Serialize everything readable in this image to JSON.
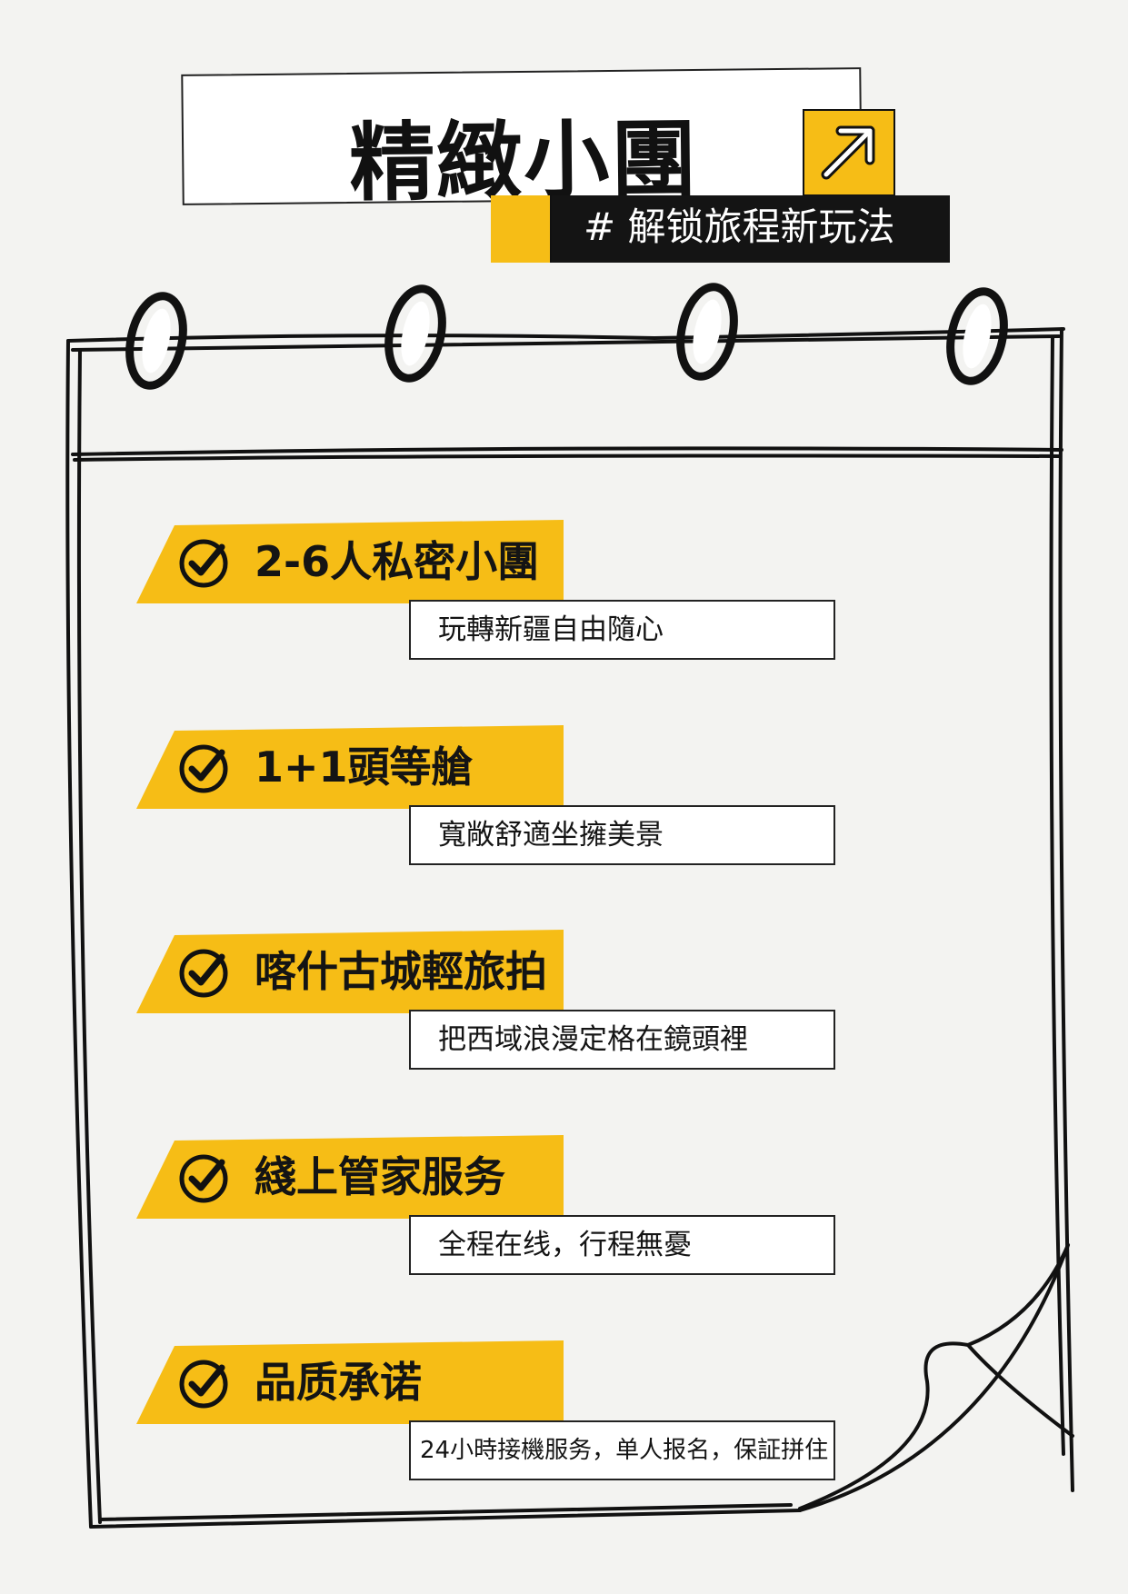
{
  "header": {
    "title": "精緻小團",
    "tag": "# 解锁旅程新玩法",
    "accent_color": "#f6bd16",
    "arrow_icon": "arrow-up-right-icon"
  },
  "items": [
    {
      "title": "2-6人私密小團",
      "subtitle": "玩轉新疆自由隨心"
    },
    {
      "title": "1+1頭等艙",
      "subtitle": "寬敞舒適坐擁美景"
    },
    {
      "title": "喀什古城輕旅拍",
      "subtitle": "把西域浪漫定格在鏡頭裡"
    },
    {
      "title": "綫上管家服务",
      "subtitle": "全程在线，行程無憂"
    },
    {
      "title": "品质承诺",
      "subtitle": "24小時接機服务，单人报名，保証拼住"
    }
  ]
}
